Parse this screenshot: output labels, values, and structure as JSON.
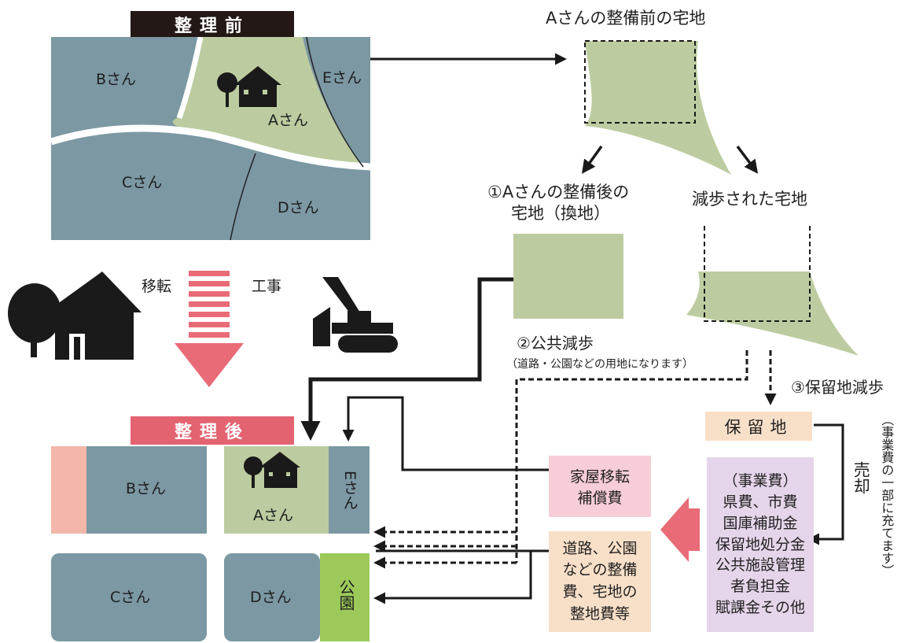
{
  "before": {
    "header": "整理前",
    "plots": {
      "a": "Aさん",
      "b": "Bさん",
      "c": "Cさん",
      "d": "Dさん",
      "e": "Eさん"
    }
  },
  "after": {
    "header": "整理後",
    "plots": {
      "a": "Aさん",
      "b": "Bさん",
      "c": "Cさん",
      "d": "Dさん",
      "e": "Eさん",
      "park": "公園"
    }
  },
  "labels": {
    "move": "移転",
    "construction": "工事",
    "a_before_title": "Aさんの整備前の宅地",
    "a_after_title_line1": "①Aさんの整備後の",
    "a_after_title_line2": "宅地（換地）",
    "reduced_title": "減歩された宅地",
    "public_reduction": "②公共減歩",
    "public_reduction_note": "（道路・公園などの用地になります）",
    "reserve_reduction": "③保留地減歩",
    "reserve_land": "保留地",
    "sale": "売却",
    "sale_note": "（事業費の一部に充てます）"
  },
  "boxes": {
    "compensation": {
      "line1": "家屋移転",
      "line2": "補償費"
    },
    "road_costs": {
      "line1": "道路、公園",
      "line2": "などの整備",
      "line3": "費、宅地の",
      "line4": "整地費等"
    },
    "project_costs": {
      "title": "（事業費）",
      "line1": "県費、市費",
      "line2": "国庫補助金",
      "line3": "保留地処分金",
      "line4": "公共施設管理",
      "line5": "者負担金",
      "line6": "賦課金その他"
    }
  },
  "colors": {
    "plot_blue": "#7b98a3",
    "plot_green": "#bccca0",
    "park_green": "#9cc95a",
    "header_dark": "#231815",
    "header_red": "#e46371",
    "arrow_red": "#e96b77",
    "pink_strip": "#f2b7a8",
    "box_peach": "#f8dfc8",
    "box_pink": "#f7cdd7",
    "box_purple": "#e5d5ea"
  }
}
